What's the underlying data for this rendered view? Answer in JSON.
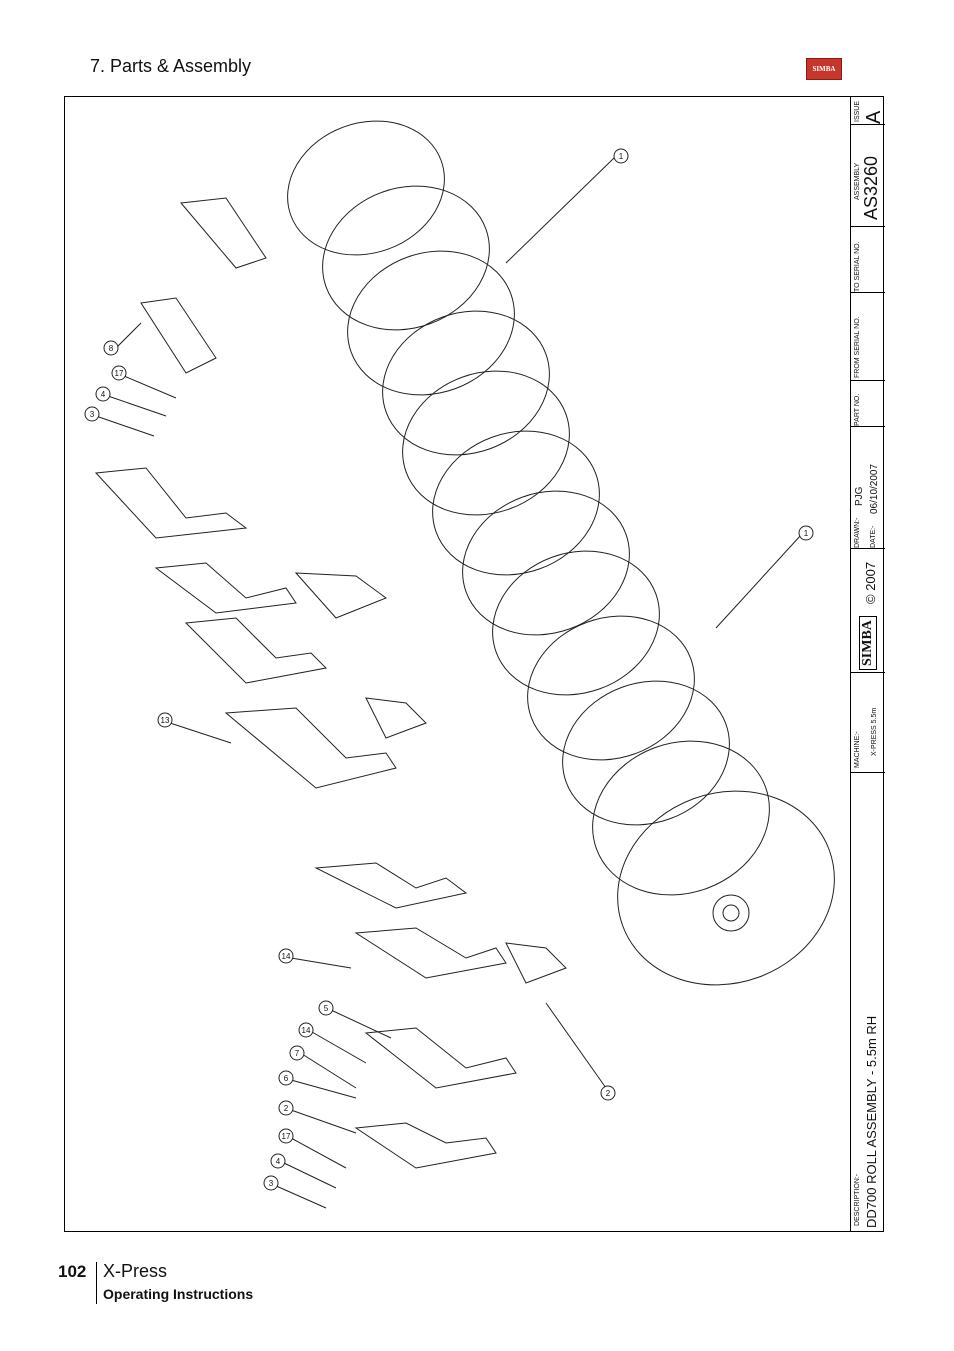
{
  "header": {
    "section_title": "7. Parts & Assembly",
    "logo_text": "SIMBA"
  },
  "titleblock": {
    "issue_label": "ISSUE",
    "issue_value": "A",
    "assembly_label": "ASSEMBLY",
    "assembly_value": "AS3260",
    "to_serial_label": "TO SERIAL NO.",
    "from_serial_label": "FROM SERIAL NO.",
    "part_no_label": "PART NO.",
    "drawn_label": "DRAWN:-",
    "drawn_value": "PJG",
    "date_label": "DATE:-",
    "date_value": "06/10/2007",
    "copyright": "© 2007",
    "brand": "SIMBA",
    "machine_label": "MACHINE:-",
    "machine_value": "X-PRESS 5.5m",
    "description_label": "DESCRIPTION:-",
    "description_value": "DD700 ROLL ASSEMBLY - 5.5m RH"
  },
  "callouts": [
    "1",
    "1",
    "8",
    "17",
    "4",
    "3",
    "13",
    "14",
    "5",
    "14",
    "7",
    "6",
    "2",
    "17",
    "4",
    "3",
    "2"
  ],
  "footer": {
    "page_number": "102",
    "product": "X-Press",
    "subtitle": "Operating Instructions"
  }
}
